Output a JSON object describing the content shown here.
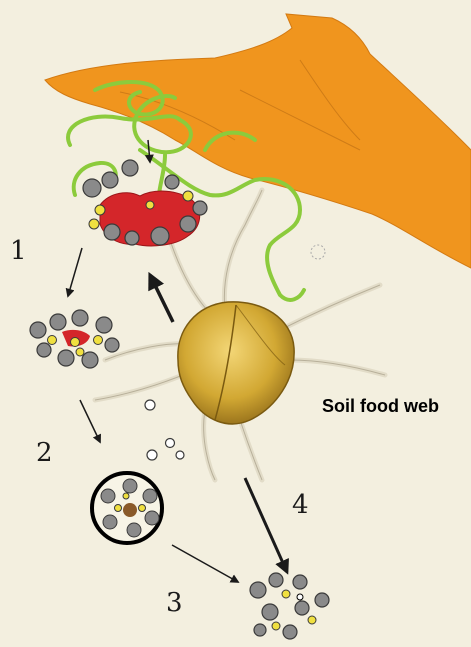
{
  "diagram": {
    "title": "Soil food web",
    "step_labels": [
      "1",
      "2",
      "3",
      "4"
    ]
  },
  "colors": {
    "background": "#f3efdf",
    "root": "#f0951e",
    "hyphae": "#8ccb3c",
    "debris": "#d4262a",
    "mite_body": "#d2a833",
    "mite_legs": "#e2dcc8",
    "particle_grey": "#8a8a8a",
    "particle_yellow": "#f0e040"
  }
}
